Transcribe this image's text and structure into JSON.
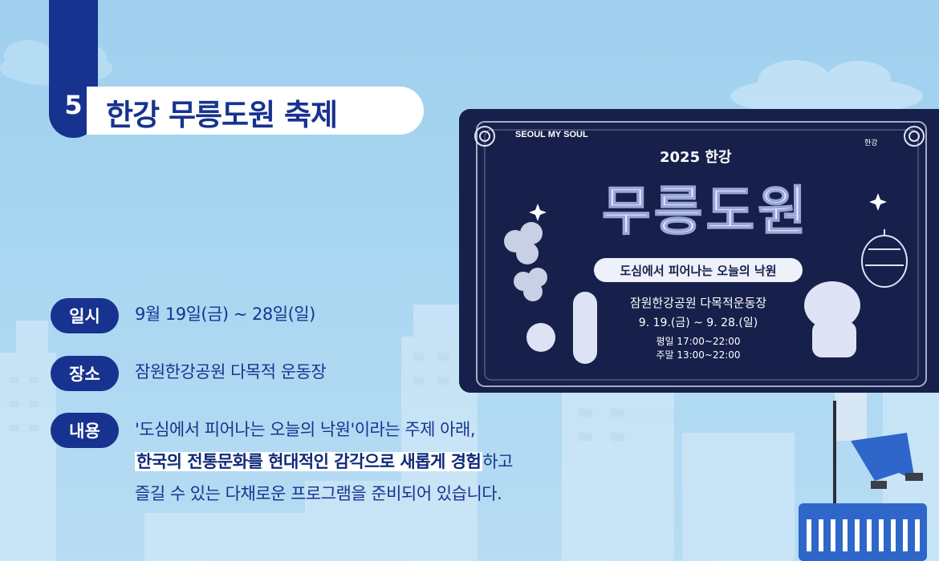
{
  "section": {
    "number": "5",
    "title": "한강 무릉도원 축제"
  },
  "info": [
    {
      "label": "일시",
      "value": "9월 19일(금) ~ 28일(일)"
    },
    {
      "label": "장소",
      "value": "잠원한강공원 다목적 운동장"
    }
  ],
  "content": {
    "label": "내용",
    "line1": "'도심에서 피어나는 오늘의 낙원'이라는 주제 아래,",
    "line2_highlight": "한국의 전통문화를 현대적인 감각으로 새롭게 경험",
    "line2_rest": "하고",
    "line3": "즐길 수 있는 다채로운 프로그램을 준비되어 있습니다."
  },
  "poster": {
    "brand_left": "SEOUL MY SOUL",
    "brand_right": "한강",
    "year": "2025 한강",
    "title": "무릉도원",
    "subtitle": "도심에서 피어나는 오늘의 낙원",
    "venue": "잠원한강공원 다목적운동장",
    "dates": "9. 19.(금) ~ 9. 28.(일)",
    "weekday": "평일 17:00~22:00",
    "weekend": "주말 13:00~22:00"
  }
}
